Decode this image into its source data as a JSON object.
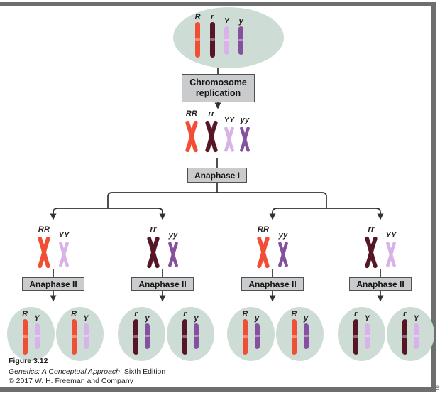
{
  "palette": {
    "allele_R": "#f04f35",
    "allele_r": "#571625",
    "allele_Y": "#d8b2e8",
    "allele_y": "#85519f",
    "cell_background": "#cedcd6",
    "process_box_background": "#cacbcd",
    "process_box_border": "#4f5052",
    "connector_line": "#2f3133",
    "frame_bar": "#6d6e70",
    "label_text": "#231f20"
  },
  "stage1_cell": {
    "chromosomes": [
      {
        "label": "R",
        "color": "#f04f35"
      },
      {
        "label": "r",
        "color": "#571625"
      },
      {
        "label": "Y",
        "color": "#d8b2e8"
      },
      {
        "label": "y",
        "color": "#85519f"
      }
    ]
  },
  "process_boxes": {
    "replication_line1": "Chromosome",
    "replication_line2": "replication",
    "anaphase1": "Anaphase I"
  },
  "stage2_replicated": [
    {
      "label": "RR",
      "color": "#f04f35"
    },
    {
      "label": "rr",
      "color": "#571625"
    },
    {
      "label": "YY",
      "color": "#d8b2e8"
    },
    {
      "label": "yy",
      "color": "#85519f"
    }
  ],
  "stage3_groups": [
    {
      "box_label": "Anaphase II",
      "pair": [
        {
          "label": "RR",
          "color": "#f04f35"
        },
        {
          "label": "YY",
          "color": "#d8b2e8"
        }
      ]
    },
    {
      "box_label": "Anaphase II",
      "pair": [
        {
          "label": "rr",
          "color": "#571625"
        },
        {
          "label": "yy",
          "color": "#85519f"
        }
      ]
    },
    {
      "box_label": "Anaphase II",
      "pair": [
        {
          "label": "RR",
          "color": "#f04f35"
        },
        {
          "label": "yy",
          "color": "#85519f"
        }
      ]
    },
    {
      "box_label": "Anaphase II",
      "pair": [
        {
          "label": "rr",
          "color": "#571625"
        },
        {
          "label": "YY",
          "color": "#d8b2e8"
        }
      ]
    }
  ],
  "stage4_gametes": [
    {
      "chromosomes": [
        {
          "label": "R",
          "color": "#f04f35"
        },
        {
          "label": "Y",
          "color": "#d8b2e8"
        }
      ]
    },
    {
      "chromosomes": [
        {
          "label": "R",
          "color": "#f04f35"
        },
        {
          "label": "Y",
          "color": "#d8b2e8"
        }
      ]
    },
    {
      "chromosomes": [
        {
          "label": "r",
          "color": "#571625"
        },
        {
          "label": "y",
          "color": "#85519f"
        }
      ]
    },
    {
      "chromosomes": [
        {
          "label": "r",
          "color": "#571625"
        },
        {
          "label": "y",
          "color": "#85519f"
        }
      ]
    },
    {
      "chromosomes": [
        {
          "label": "R",
          "color": "#f04f35"
        },
        {
          "label": "y",
          "color": "#85519f"
        }
      ]
    },
    {
      "chromosomes": [
        {
          "label": "R",
          "color": "#f04f35"
        },
        {
          "label": "y",
          "color": "#85519f"
        }
      ]
    },
    {
      "chromosomes": [
        {
          "label": "r",
          "color": "#571625"
        },
        {
          "label": "Y",
          "color": "#d8b2e8"
        }
      ]
    },
    {
      "chromosomes": [
        {
          "label": "r",
          "color": "#571625"
        },
        {
          "label": "Y",
          "color": "#d8b2e8"
        }
      ]
    }
  ],
  "caption": {
    "figure": "Figure 3.12",
    "book_title_italic": "Genetics: A Conceptual Approach",
    "book_title_rest": ", Sixth Edition",
    "copyright": "© 2017 W. H. Freeman and Company"
  },
  "edge_glyph": "e"
}
